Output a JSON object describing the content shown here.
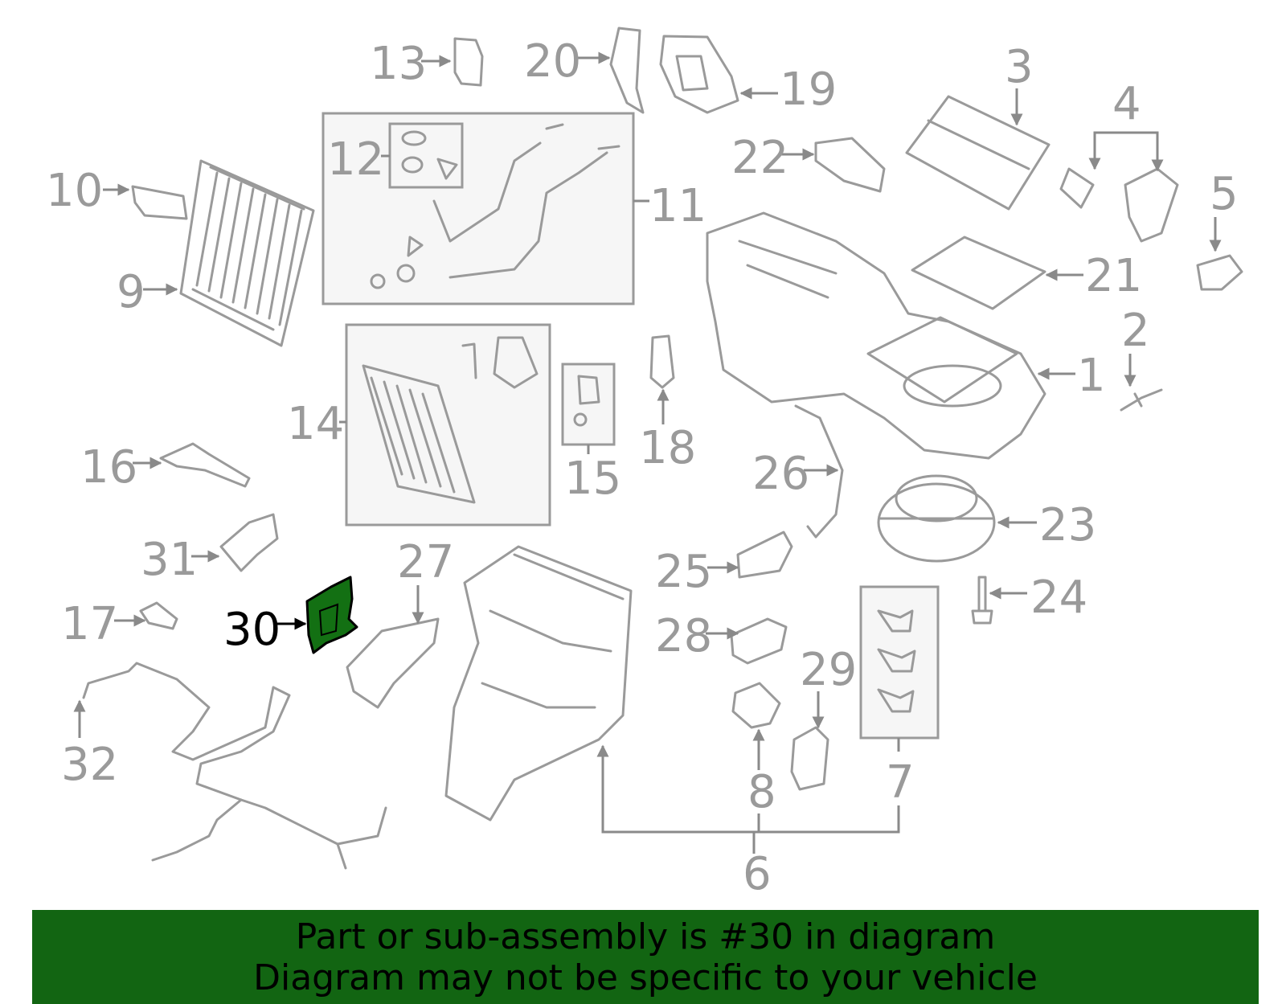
{
  "diagram": {
    "highlight_color": "#137013",
    "callouts": [
      "1",
      "2",
      "3",
      "4",
      "5",
      "6",
      "7",
      "8",
      "9",
      "10",
      "11",
      "12",
      "13",
      "14",
      "15",
      "16",
      "17",
      "18",
      "19",
      "20",
      "21",
      "22",
      "23",
      "24",
      "25",
      "26",
      "27",
      "28",
      "29",
      "30",
      "31",
      "32"
    ],
    "highlighted_callout": "30"
  },
  "banner": {
    "line1": "Part or sub-assembly is #30 in diagram",
    "line2": "Diagram may not be specific to your vehicle",
    "background": "#126512"
  }
}
